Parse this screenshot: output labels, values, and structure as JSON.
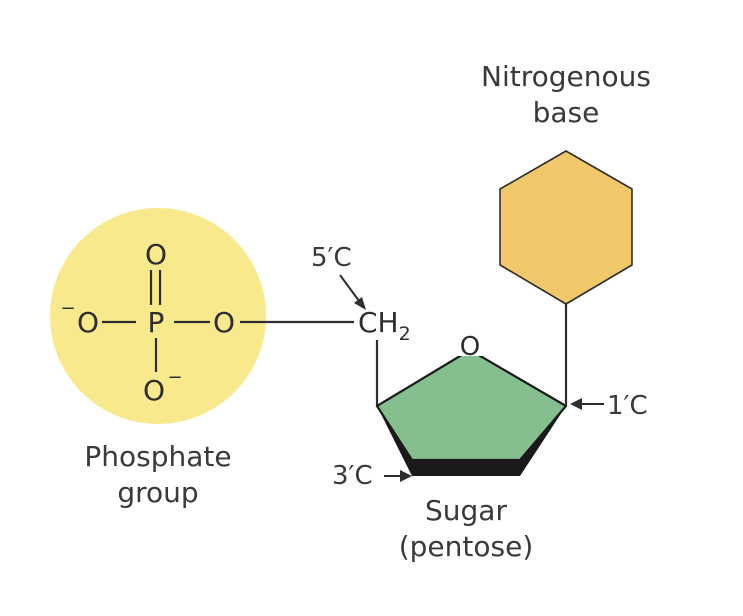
{
  "labels": {
    "base_line1": "Nitrogenous",
    "base_line2": "base",
    "c5": "5′C",
    "ch2_main": "CH",
    "ch2_sub": "2",
    "ring_oxygen": "O",
    "c1": "1′C",
    "c3": "3′C",
    "phosphate_line1": "Phosphate",
    "phosphate_line2": "group",
    "sugar_line1": "Sugar",
    "sugar_line2": "(pentose)"
  },
  "phosphate": {
    "top_o": "O",
    "p": "P",
    "left_o": "O",
    "left_charge": "−",
    "right_o": "O",
    "bottom_o": "O",
    "bottom_charge": "−"
  },
  "colors": {
    "phosphate_fill": "#f8e98d",
    "base_fill": "#f1c86a",
    "sugar_fill": "#86bf8f",
    "sugar_edge": "#1a1a1a",
    "line": "#2e2e2e"
  }
}
